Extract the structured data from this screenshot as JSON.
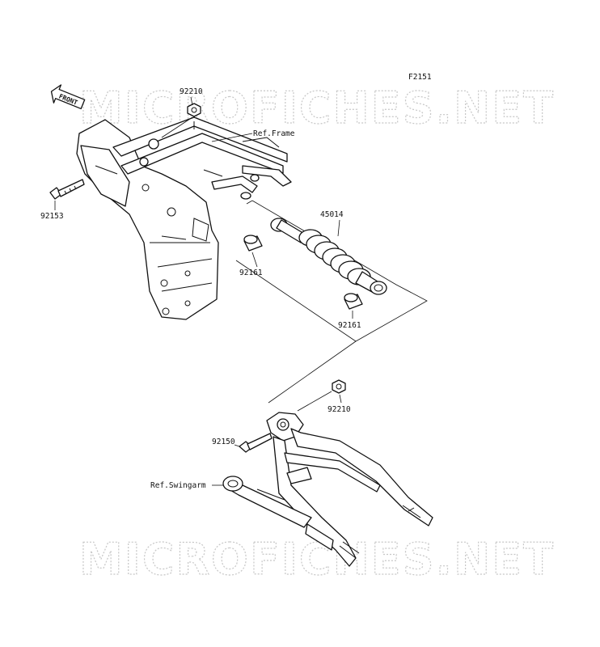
{
  "figure_code": "F2151",
  "watermark": "MICROFICHES.NET",
  "front_marker": "FRONT",
  "labels": {
    "nut_top": "92210",
    "bolt_left": "92153",
    "ref_frame": "Ref.Frame",
    "shock_absorber": "45014",
    "bushing_upper": "92161",
    "bushing_lower": "92161",
    "nut_lower": "92210",
    "bolt_lower": "92150",
    "ref_swingarm": "Ref.Swingarm"
  }
}
